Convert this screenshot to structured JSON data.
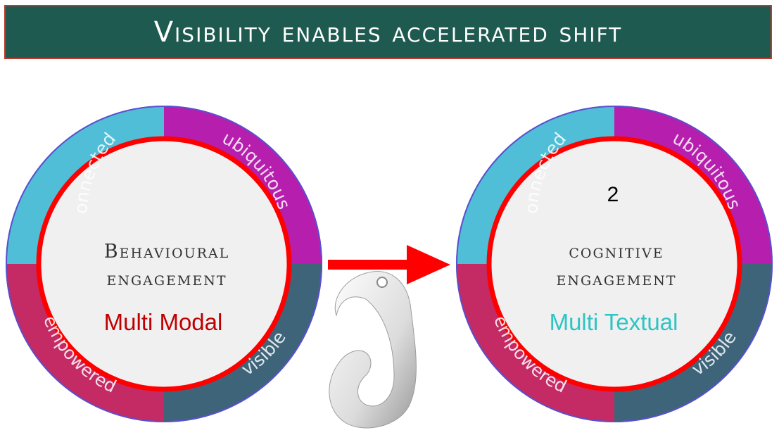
{
  "title": "Visibility enables accelerated shift",
  "colors": {
    "title_bg": "#1e5a50",
    "title_border": "#c0392b",
    "connected": "#4fbed6",
    "ubiquitous": "#b61fad",
    "empowered": "#c42a63",
    "visible": "#3d6479",
    "inner_ring": "#ff0000",
    "inner_fill": "#f0f0f0",
    "arrow": "#ff0000",
    "label_left": "#c00000",
    "label_right": "#2ec4c4"
  },
  "left_wheel": {
    "segments": {
      "connected": "connected",
      "ubiquitous": "ubiquitous",
      "empowered": "empowered",
      "visible": "visible"
    },
    "heading_line1": "Behavioural",
    "heading_line2": "engagement",
    "label": "Multi Modal"
  },
  "right_wheel": {
    "segments": {
      "connected": "connected",
      "ubiquitous": "ubiquitous",
      "empowered": "empowered",
      "visible": "visible"
    },
    "number": "2",
    "heading_line1": "cognitive",
    "heading_line2": "engagement",
    "label": "Multi Textual"
  },
  "center_image": "hei-matau-pendant"
}
